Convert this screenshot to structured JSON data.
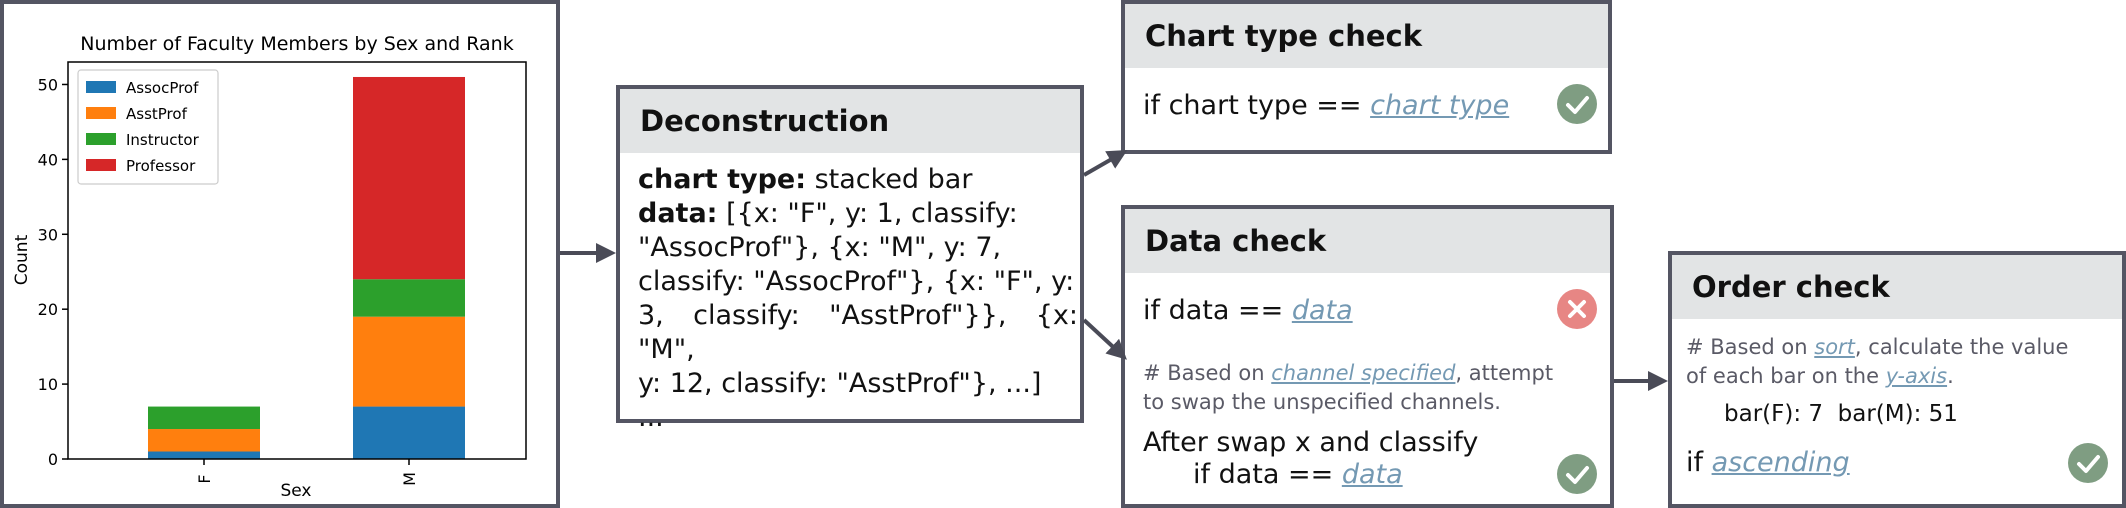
{
  "chart_data": {
    "type": "bar",
    "stacked": true,
    "title": "Number of Faculty Members by Sex and Rank",
    "xlabel": "Sex",
    "ylabel": "Count",
    "categories": [
      "F",
      "M"
    ],
    "ylim": [
      0,
      53
    ],
    "yticks": [
      0,
      10,
      20,
      30,
      40,
      50
    ],
    "series": [
      {
        "name": "AssocProf",
        "color": "#1f77b4",
        "values": [
          1,
          7
        ]
      },
      {
        "name": "AsstProf",
        "color": "#ff7f0e",
        "values": [
          3,
          12
        ]
      },
      {
        "name": "Instructor",
        "color": "#2ca02c",
        "values": [
          3,
          5
        ]
      },
      {
        "name": "Professor",
        "color": "#d62728",
        "values": [
          0,
          27
        ]
      }
    ],
    "legend_position": "top-left",
    "grid": false
  },
  "deconstruction": {
    "title": "Deconstruction",
    "chart_type_label": "chart type:",
    "chart_type_value": " stacked bar",
    "data_label": "data:",
    "data_lines": [
      " [{x: \"F\", y: 1, classify:",
      "\"AssocProf\"}, {x: \"M\", y: 7,",
      "classify: \"AssocProf\"}, {x: \"F\", y:",
      "3, classify: \"AsstProf\"}}, {x: \"M\",",
      "y: 12, classify: \"AsstProf\"}, ...]",
      "..."
    ]
  },
  "chart_type_check": {
    "title": "Chart type check",
    "cond_prefix": "if chart type == ",
    "cond_link": "chart type",
    "status": "pass"
  },
  "data_check": {
    "title": "Data check",
    "cond_prefix": "if data == ",
    "cond_link": "data",
    "status_first": "fail",
    "comment_prefix": "# Based on ",
    "comment_link": "channel specified",
    "comment_suffix": ", attempt",
    "comment_line2": "to swap the unspecified channels.",
    "swap_text": "After swap x and classify",
    "cond2_prefix": "if data == ",
    "cond2_link": "data",
    "status_second": "pass"
  },
  "order_check": {
    "title": "Order check",
    "comment_prefix": "# Based on ",
    "comment_link1": "sort",
    "comment_mid": ", calculate the value",
    "comment_line2_prefix": "of each bar on the ",
    "comment_link2": "y-axis",
    "comment_line2_suffix": ".",
    "values_text": "bar(F): 7  bar(M): 51",
    "cond_prefix": "if ",
    "cond_link": "ascending",
    "status": "pass"
  }
}
